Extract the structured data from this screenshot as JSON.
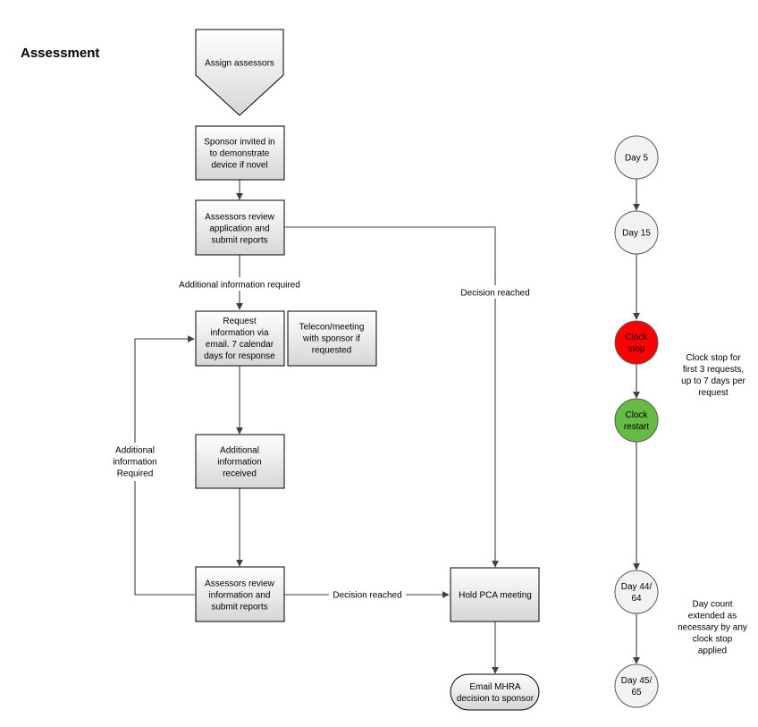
{
  "title": "Assessment",
  "nodes": {
    "assign_assessors": [
      "Assign assessors"
    ],
    "sponsor_invited": [
      "Sponsor invited in",
      "to demonstrate",
      "device if novel"
    ],
    "assessors_review_application": [
      "Assessors review",
      "application and",
      "submit reports"
    ],
    "request_information": [
      "Request",
      "information via",
      "email. 7 calendar",
      "days for response"
    ],
    "telecon_meeting": [
      "Telecon/meeting",
      "with sponsor if",
      "requested"
    ],
    "additional_info_received": [
      "Additional",
      "information",
      "received"
    ],
    "assessors_review_information": [
      "Assessors review",
      "information and",
      "submit reports"
    ],
    "hold_pca_meeting": [
      "Hold PCA meeting"
    ],
    "email_mhra": [
      "Email MHRA",
      "decision to sponsor"
    ]
  },
  "edge_labels": {
    "additional_info_required_top": [
      "Additional information required"
    ],
    "decision_reached_right": [
      "Decision reached"
    ],
    "decision_reached_bottom": [
      "Decision reached"
    ],
    "additional_info_required_loop": [
      "Additional",
      "information",
      "Required"
    ]
  },
  "timeline": {
    "day5": [
      "Day 5"
    ],
    "day15": [
      "Day 15"
    ],
    "clock_stop": [
      "Clock",
      "stop"
    ],
    "clock_restart": [
      "Clock",
      "restart"
    ],
    "day44": [
      "Day 44/",
      "64"
    ],
    "day45": [
      "Day 45/",
      "65"
    ]
  },
  "notes": {
    "clock_stop_note": [
      "Clock stop for",
      "first 3 requests,",
      "up to 7 days per",
      "request"
    ],
    "day_count_note": [
      "Day count",
      "extended as",
      "necessary by any",
      "clock stop",
      "applied"
    ]
  },
  "colors": {
    "clock_stop": "#ff0000",
    "clock_restart": "#66bb44",
    "timeline_circle": "#f2f2f2",
    "box_light": "#ffffff",
    "box_dark": "#d6d6d6"
  }
}
